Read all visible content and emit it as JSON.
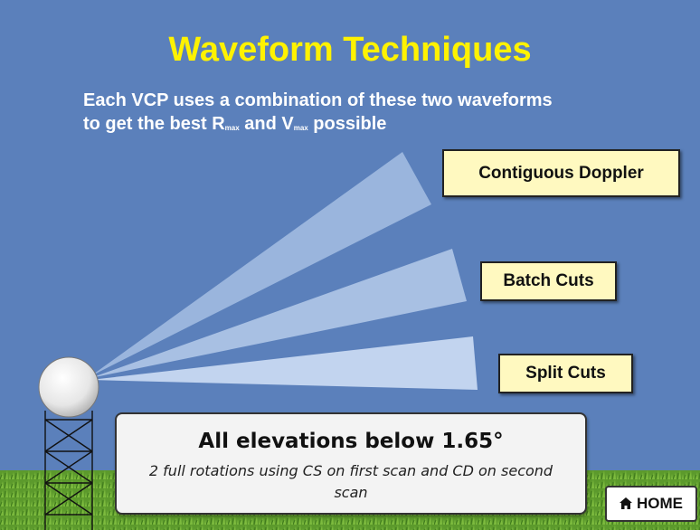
{
  "title": "Waveform Techniques",
  "subtitle": {
    "line1": "Each VCP uses a combination of these two waveforms",
    "line2_pre": "to get the best R",
    "r_sub": "max",
    "line2_mid": " and V",
    "v_sub": "max",
    "line2_post": " possible"
  },
  "buttons": {
    "contiguous_doppler": "Contiguous Doppler",
    "batch_cuts": "Batch Cuts",
    "split_cuts": "Split Cuts"
  },
  "info": {
    "heading": "All elevations below 1.65°",
    "body": "2 full rotations using CS on first scan and CD on second scan"
  },
  "home": {
    "label": "HOME",
    "icon": "home-icon"
  },
  "colors": {
    "background": "#5b80bb",
    "title": "#fff200",
    "tag_fill": "#fff9c0",
    "grass": "#5f9a2e"
  }
}
